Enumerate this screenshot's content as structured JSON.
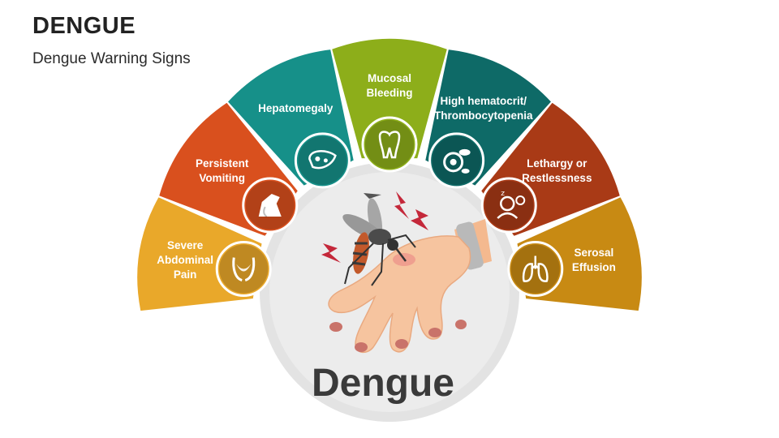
{
  "header": {
    "title": "DENGUE",
    "subtitle": "Dengue Warning Signs"
  },
  "center": {
    "label": "Dengue"
  },
  "signs": [
    {
      "id": "severe-abdominal-pain",
      "lines": [
        "Severe",
        "Abdominal",
        "Pain"
      ],
      "color": "#E9A82A",
      "icon": "abdomen-icon"
    },
    {
      "id": "persistent-vomiting",
      "lines": [
        "Persistent",
        "Vomiting"
      ],
      "color": "#D9501E",
      "icon": "vomiting-icon"
    },
    {
      "id": "hepatomegaly",
      "lines": [
        "Hepatomegaly"
      ],
      "color": "#169089",
      "icon": "liver-icon"
    },
    {
      "id": "mucosal-bleeding",
      "lines": [
        "Mucosal",
        "Bleeding"
      ],
      "color": "#8DAE1A",
      "icon": "tooth-icon"
    },
    {
      "id": "high-hematocrit",
      "lines": [
        "High hematocrit/",
        "Thrombocytopenia"
      ],
      "color": "#0E6A67",
      "icon": "blood-cells-icon"
    },
    {
      "id": "lethargy",
      "lines": [
        "Lethargy or",
        "Restlessness"
      ],
      "color": "#A93A16",
      "icon": "sleepy-person-icon"
    },
    {
      "id": "serosal-effusion",
      "lines": [
        "Serosal",
        "Effusion"
      ],
      "color": "#C88A13",
      "icon": "lungs-icon"
    }
  ]
}
